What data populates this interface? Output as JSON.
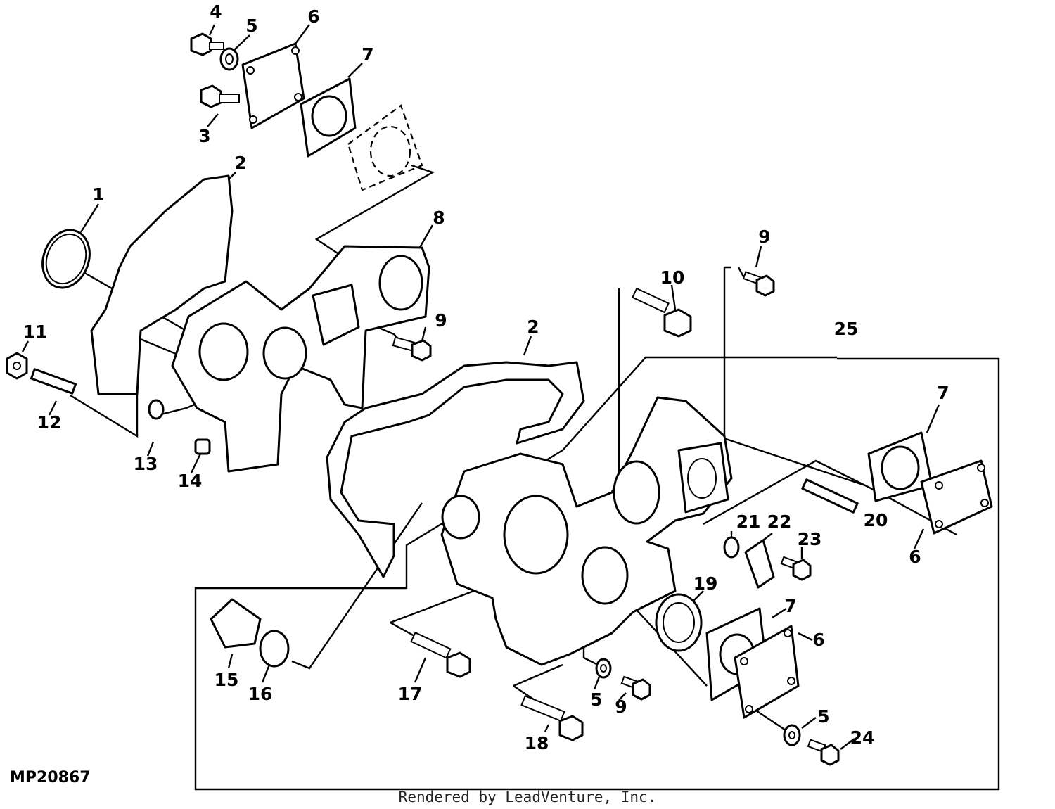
{
  "diagram": {
    "reference_id": "MP20867",
    "footer_credit": "Rendered by LeadVenture, Inc.",
    "callouts": [
      {
        "key": "c4",
        "label": "4"
      },
      {
        "key": "c5a",
        "label": "5"
      },
      {
        "key": "c6a",
        "label": "6"
      },
      {
        "key": "c7a",
        "label": "7"
      },
      {
        "key": "c3",
        "label": "3"
      },
      {
        "key": "c2a",
        "label": "2"
      },
      {
        "key": "c1",
        "label": "1"
      },
      {
        "key": "c8",
        "label": "8"
      },
      {
        "key": "c9a",
        "label": "9"
      },
      {
        "key": "c11",
        "label": "11"
      },
      {
        "key": "c12",
        "label": "12"
      },
      {
        "key": "c13",
        "label": "13"
      },
      {
        "key": "c14",
        "label": "14"
      },
      {
        "key": "c9b",
        "label": "9"
      },
      {
        "key": "c10",
        "label": "10"
      },
      {
        "key": "c2b",
        "label": "2"
      },
      {
        "key": "c25",
        "label": "25"
      },
      {
        "key": "c7b",
        "label": "7"
      },
      {
        "key": "c20",
        "label": "20"
      },
      {
        "key": "c21",
        "label": "21"
      },
      {
        "key": "c22",
        "label": "22"
      },
      {
        "key": "c23",
        "label": "23"
      },
      {
        "key": "c6b",
        "label": "6"
      },
      {
        "key": "c19",
        "label": "19"
      },
      {
        "key": "c7c",
        "label": "7"
      },
      {
        "key": "c6c",
        "label": "6"
      },
      {
        "key": "c15",
        "label": "15"
      },
      {
        "key": "c16",
        "label": "16"
      },
      {
        "key": "c17",
        "label": "17"
      },
      {
        "key": "c5b",
        "label": "5"
      },
      {
        "key": "c9c",
        "label": "9"
      },
      {
        "key": "c18",
        "label": "18"
      },
      {
        "key": "c5c",
        "label": "5"
      },
      {
        "key": "c24",
        "label": "24"
      }
    ]
  }
}
